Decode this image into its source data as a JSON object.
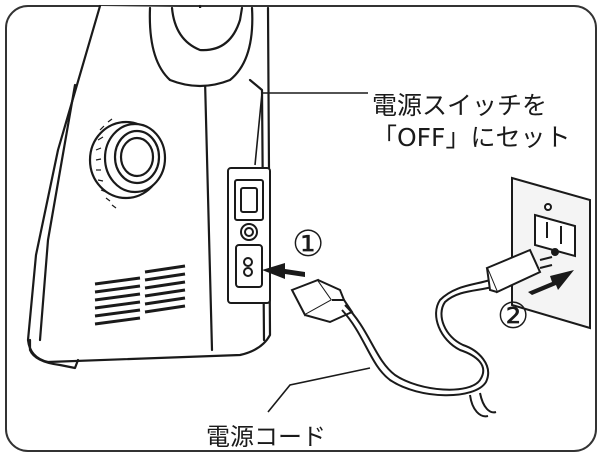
{
  "labels": {
    "switch_line1": "電源スイッチを",
    "switch_line2": "「OFF」にセット",
    "step1": "①",
    "step2": "②",
    "power_cord": "電源コード"
  },
  "colors": {
    "line": "#1a1a1a",
    "frame": "#333333",
    "background": "#ffffff",
    "socket_fill": "#f4f4f4"
  }
}
